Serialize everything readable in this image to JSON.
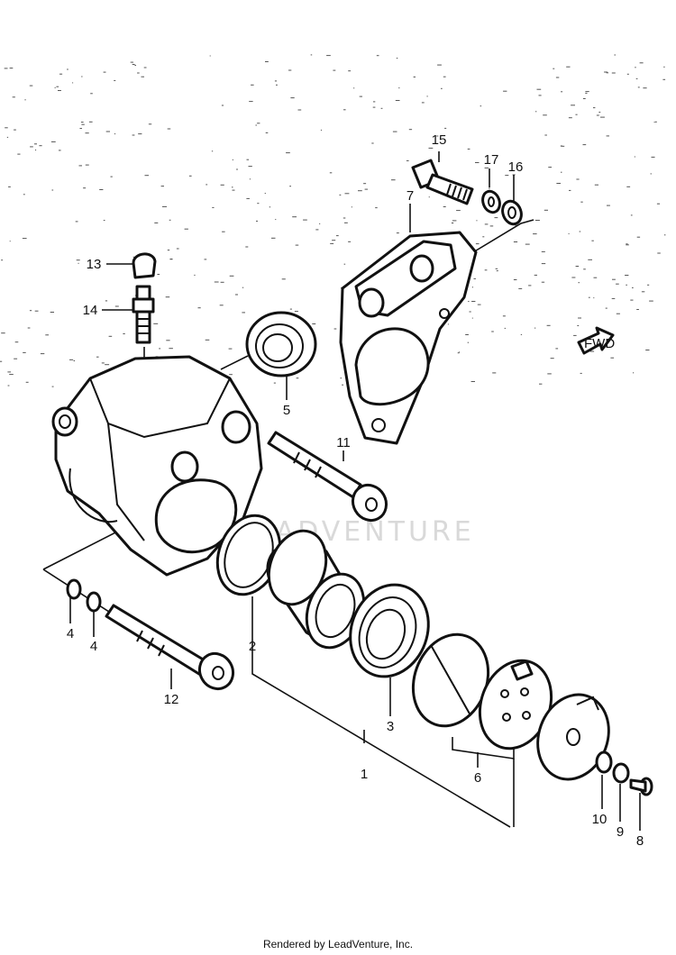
{
  "watermark": "LEADVENTURE",
  "fwd_label": "FWD",
  "footer": "Rendered by LeadVenture, Inc.",
  "callouts": {
    "c1": "1",
    "c2": "2",
    "c3": "3",
    "c4a": "4",
    "c4b": "4",
    "c5": "5",
    "c6": "6",
    "c7": "7",
    "c8": "8",
    "c9": "9",
    "c10": "10",
    "c11": "11",
    "c12": "12",
    "c13": "13",
    "c14": "14",
    "c15": "15",
    "c16": "16",
    "c17": "17"
  }
}
